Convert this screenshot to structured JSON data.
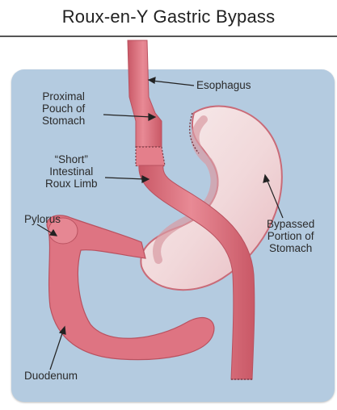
{
  "title": "Roux-en-Y Gastric Bypass",
  "labels": {
    "esophagus": "Esophagus",
    "proximal_pouch": "Proximal\nPouch of\nStomach",
    "roux_limb": "“Short”\nIntestinal\nRoux Limb",
    "pylorus": "Pylorus",
    "bypassed_stomach": "Bypassed\nPortion of\nStomach",
    "duodenum": "Duodenum"
  },
  "colors": {
    "background_panel": "#b4cbe0",
    "tissue": "#e07a86",
    "tissue_dark": "#b9515f",
    "stomach_light": "#f6e6e6"
  }
}
